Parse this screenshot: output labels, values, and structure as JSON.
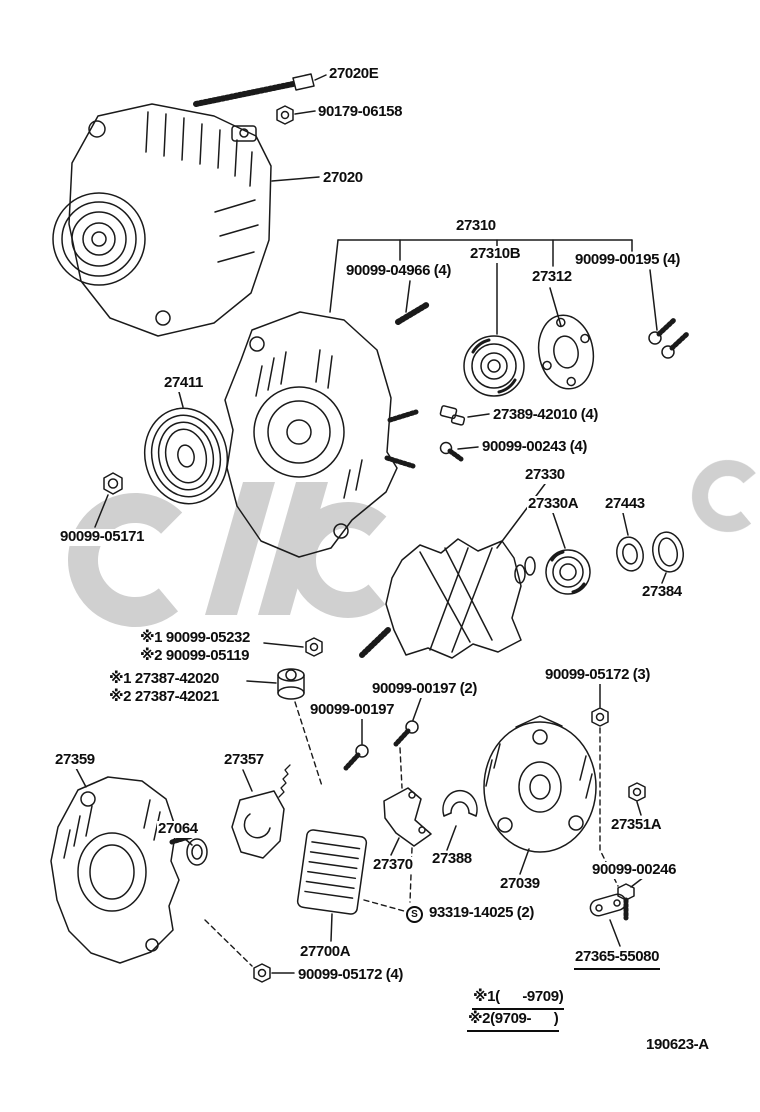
{
  "page": {
    "background": "#ffffff",
    "line_color": "#1a1a1a",
    "watermark_color": "#c8c8c8"
  },
  "parts": {
    "p27020E": "27020E",
    "p90179_06158": "90179-06158",
    "p27020": "27020",
    "p27310": "27310",
    "p27310B": "27310B",
    "p90099_04966": "90099-04966 (4)",
    "p90099_00195": "90099-00195 (4)",
    "p27312": "27312",
    "p27411": "27411",
    "p27389_42010": "27389-42010 (4)",
    "p90099_00243": "90099-00243 (4)",
    "p27330": "27330",
    "p27330A": "27330A",
    "p27443": "27443",
    "p90099_05171": "90099-05171",
    "p27384": "27384",
    "p90099_05232": "※1 90099-05232",
    "p90099_05119": "※2 90099-05119",
    "p27387_42020": "※1 27387-42020",
    "p27387_42021": "※2 27387-42021",
    "p90099_00197_2": "90099-00197 (2)",
    "p90099_00197": "90099-00197",
    "p90099_05172_3": "90099-05172 (3)",
    "p27359": "27359",
    "p27357": "27357",
    "p27064": "27064",
    "p27351A": "27351A",
    "p27370": "27370",
    "p27388": "27388",
    "p27039": "27039",
    "p90099_00246": "90099-00246",
    "p93319_14025": "93319-14025 (2)",
    "p27700A": "27700A",
    "p90099_05172_4": "90099-05172 (4)",
    "p27365_55080": "27365-55080"
  },
  "s_mark": "S",
  "notes": {
    "note1": "※1(      -9709)",
    "note2": "※2(9709-      )"
  },
  "footer": {
    "diagram_id": "190623-A"
  }
}
